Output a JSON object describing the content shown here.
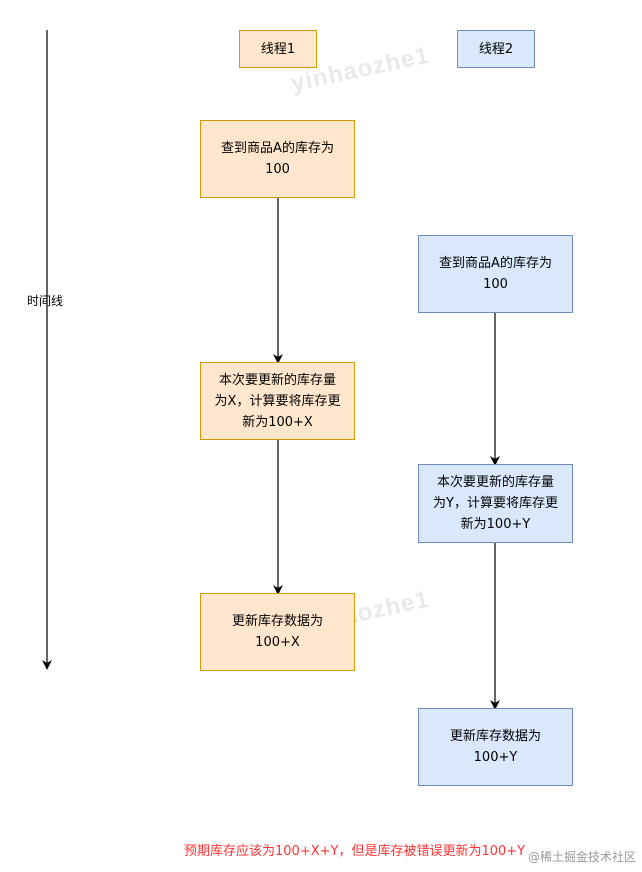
{
  "timeline": {
    "label": "时间线"
  },
  "threads": [
    {
      "name": "线程1",
      "color_fill": "#ffe6cc",
      "color_stroke": "#d79b00",
      "steps": [
        "查到商品A的库存为\n100",
        "本次要更新的库存量\n为X，计算要将库存更\n新为100+X",
        "更新库存数据为\n100+X"
      ]
    },
    {
      "name": "线程2",
      "color_fill": "#dae8fc",
      "color_stroke": "#6c8ebf",
      "steps": [
        "查到商品A的库存为\n100",
        "本次要更新的库存量\n为Y，计算要将库存更\n新为100+Y",
        "更新库存数据为\n100+Y"
      ]
    }
  ],
  "conclusion": "预期库存应该为100+X+Y，但是库存被错误更新为100+Y",
  "watermark": "yinhaozhe1",
  "source_mark": "@稀土掘金技术社区",
  "colors": {
    "arrow": "#000000",
    "conclusion": "#ff3333"
  }
}
